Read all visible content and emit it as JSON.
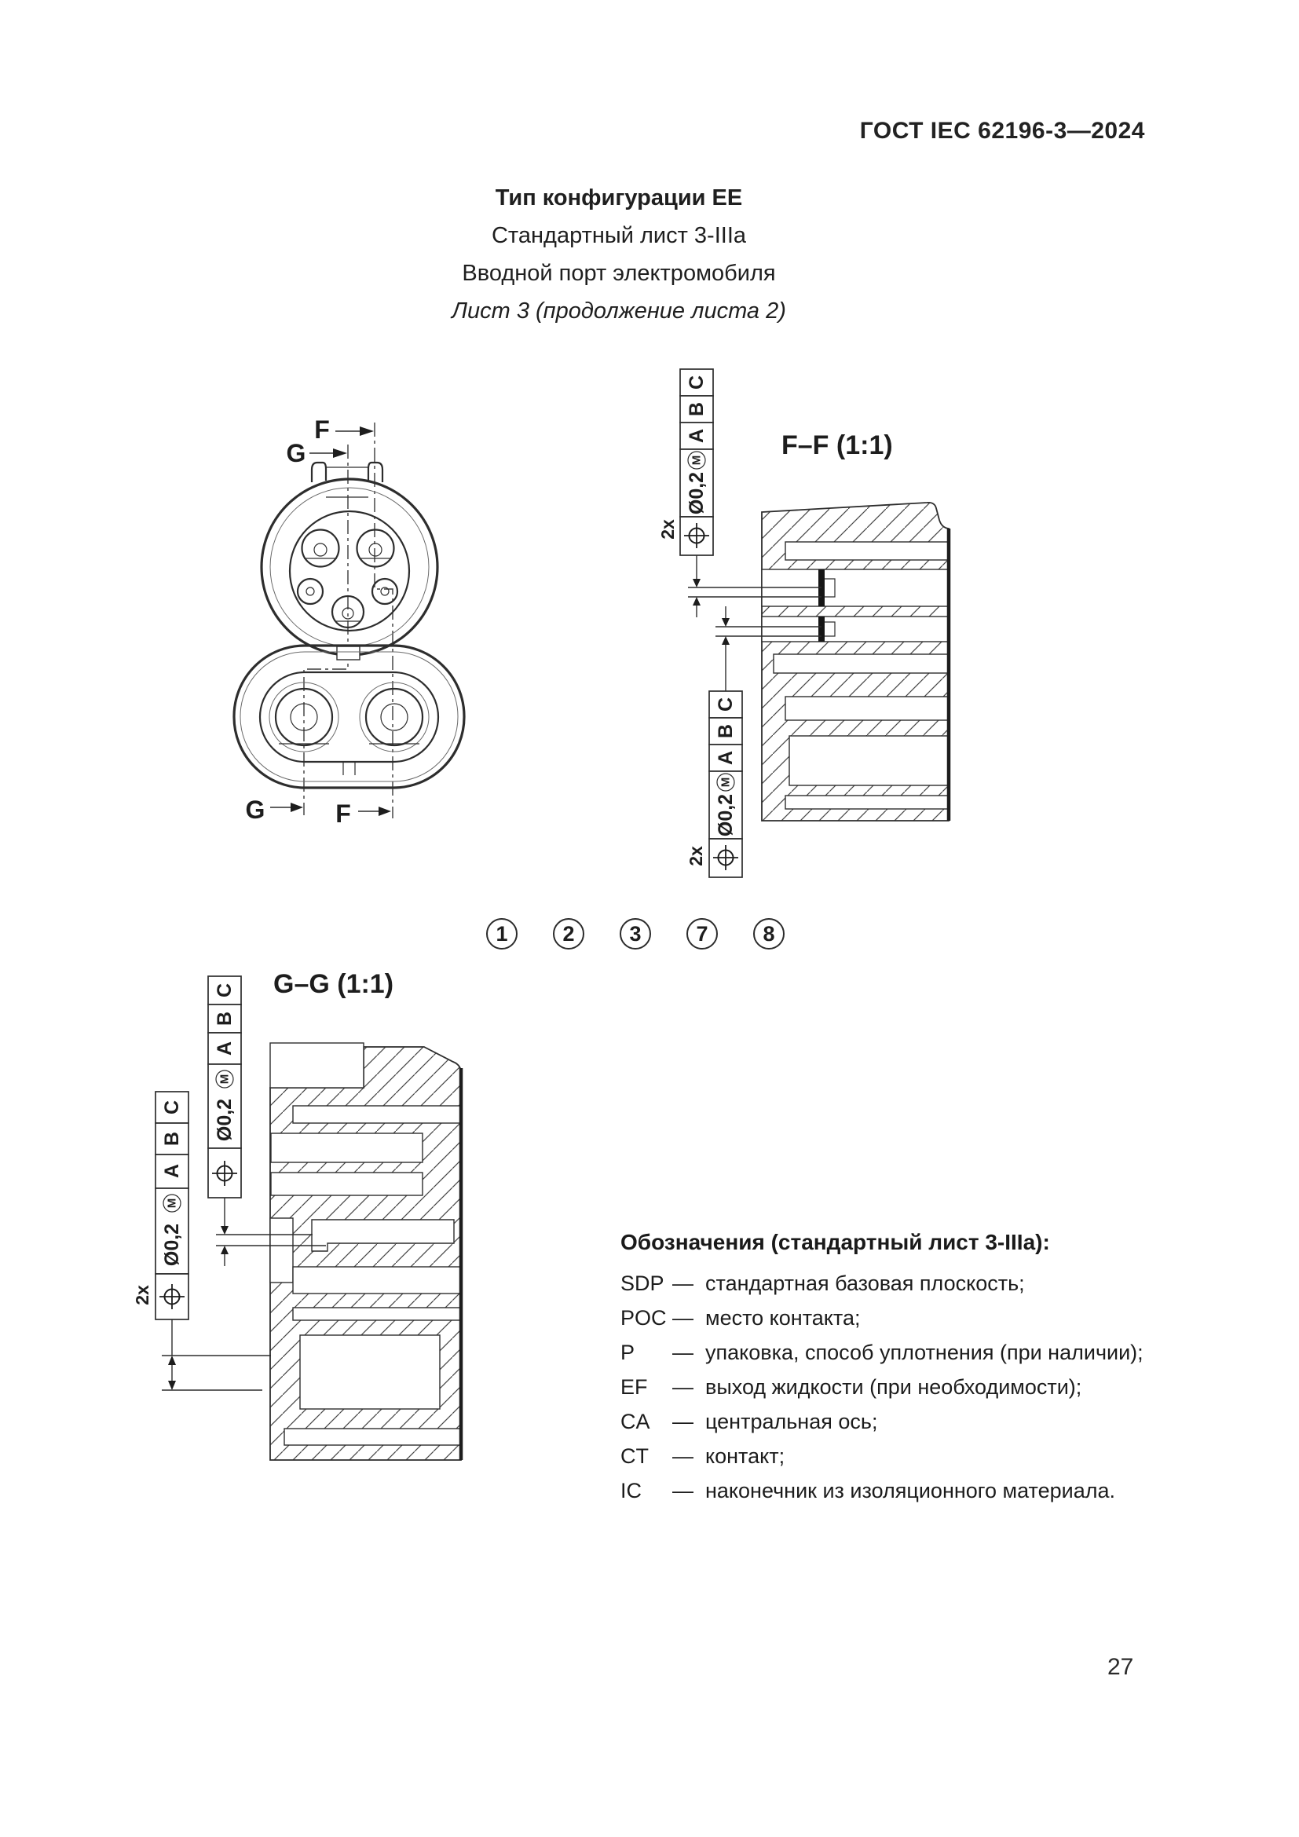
{
  "header": {
    "doc_code": "ГОСТ IEC 62196-3—2024"
  },
  "title_block": {
    "type_line": "Тип конфигурации EE",
    "sheet_line": "Стандартный лист 3-IIIa",
    "port_line": "Вводной порт электромобиля",
    "continuation_line": "Лист 3 (продолжение листа 2)"
  },
  "front_view": {
    "label_f": "F",
    "label_g": "G"
  },
  "fcf": {
    "multiplier": "2x",
    "tolerance": "Ø0,2",
    "modifier": "M",
    "datum_a": "A",
    "datum_b": "B",
    "datum_c": "C"
  },
  "section_ff": {
    "title": "F–F (1:1)"
  },
  "section_gg": {
    "title": "G–G (1:1)"
  },
  "balloons": [
    "1",
    "2",
    "3",
    "7",
    "8"
  ],
  "legend": {
    "title": "Обозначения (стандартный лист 3-IIIa):",
    "items": [
      {
        "abbr": "SDP",
        "dash": "—",
        "desc": "стандартная базовая плоскость;"
      },
      {
        "abbr": "POC",
        "dash": "—",
        "desc": "место контакта;"
      },
      {
        "abbr": "P",
        "dash": "—",
        "desc": "упаковка, способ уплотнения (при наличии);"
      },
      {
        "abbr": "EF",
        "dash": "—",
        "desc": "выход жидкости (при необходимости);"
      },
      {
        "abbr": "CA",
        "dash": "—",
        "desc": "центральная ось;"
      },
      {
        "abbr": "CT",
        "dash": "—",
        "desc": "контакт;"
      },
      {
        "abbr": "IC",
        "dash": "—",
        "desc": "наконечник из изоляционного материала."
      }
    ]
  },
  "page": {
    "number": "27"
  }
}
